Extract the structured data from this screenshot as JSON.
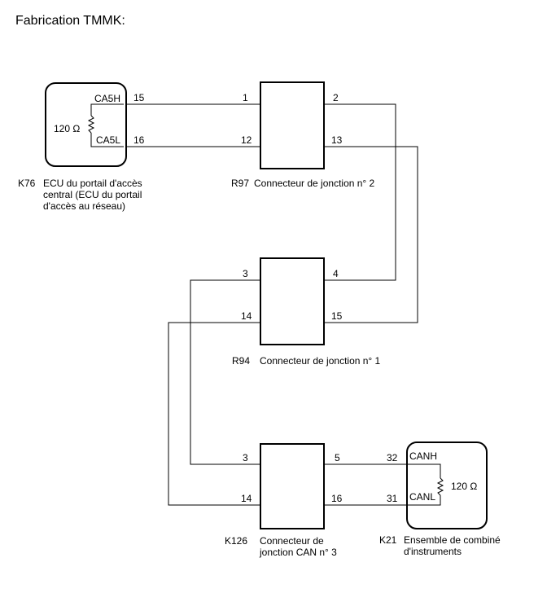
{
  "title": "Fabrication TMMK:",
  "ecu_k76": {
    "code": "K76",
    "name_lines": [
      "ECU du portail d'accès",
      "central (ECU du portail",
      "d'accès au réseau)"
    ],
    "resistor": "120 Ω",
    "terms": [
      "CA5H",
      "CA5L"
    ],
    "pins": [
      "15",
      "16"
    ]
  },
  "r97": {
    "code": "R97",
    "name": "Connecteur de jonction n° 2",
    "pins": [
      "1",
      "2",
      "12",
      "13"
    ]
  },
  "r94": {
    "code": "R94",
    "name": "Connecteur de jonction n° 1",
    "pins": [
      "3",
      "4",
      "14",
      "15"
    ]
  },
  "k126": {
    "code": "K126",
    "name_lines": [
      "Connecteur de",
      "jonction CAN n° 3"
    ],
    "pins": [
      "3",
      "5",
      "14",
      "16"
    ]
  },
  "k21": {
    "code": "K21",
    "name_lines": [
      "Ensemble de combiné",
      "d'instruments"
    ],
    "resistor": "120 Ω",
    "terms": [
      "CANH",
      "CANL"
    ],
    "pins": [
      "32",
      "31"
    ]
  }
}
